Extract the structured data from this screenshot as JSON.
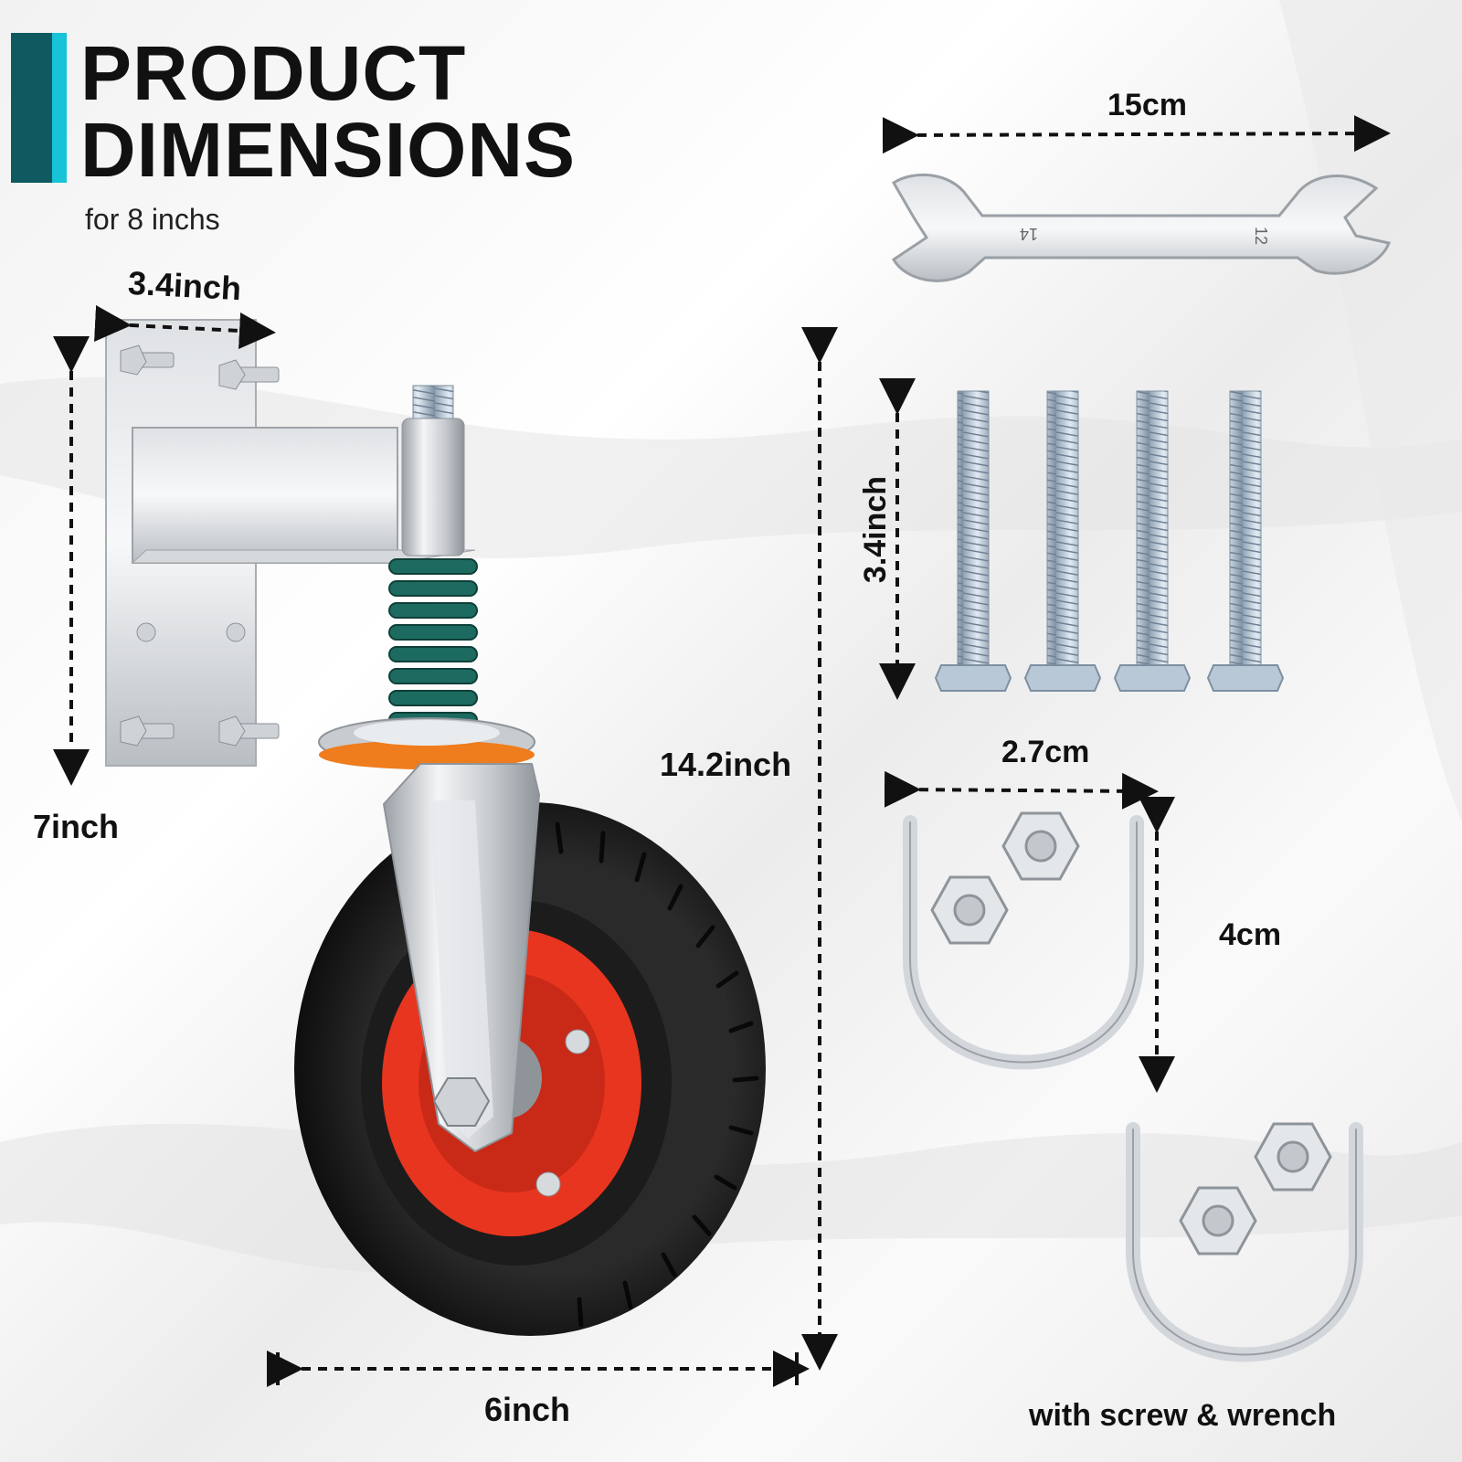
{
  "header": {
    "title_line1": "PRODUCT",
    "title_line2": "DIMENSIONS",
    "subtitle": "for 8 inchs"
  },
  "dimensions": {
    "bracket_width": "3.4inch",
    "bracket_height": "7inch",
    "total_height": "14.2inch",
    "wheel_width": "6inch",
    "wrench_length": "15cm",
    "bolt_length": "3.4inch",
    "ubolt_width": "2.7cm",
    "ubolt_height": "4cm"
  },
  "footer": {
    "caption": "with screw & wrench"
  },
  "wrench_marks": {
    "left": "14",
    "right": "12"
  },
  "colors": {
    "accent_dark": "#0e5a60",
    "accent_light": "#17c3d6",
    "spring": "#1d6b60",
    "rim": "#e8351f",
    "tire": "#1a1a1a",
    "metal": "#c9ccd0"
  }
}
